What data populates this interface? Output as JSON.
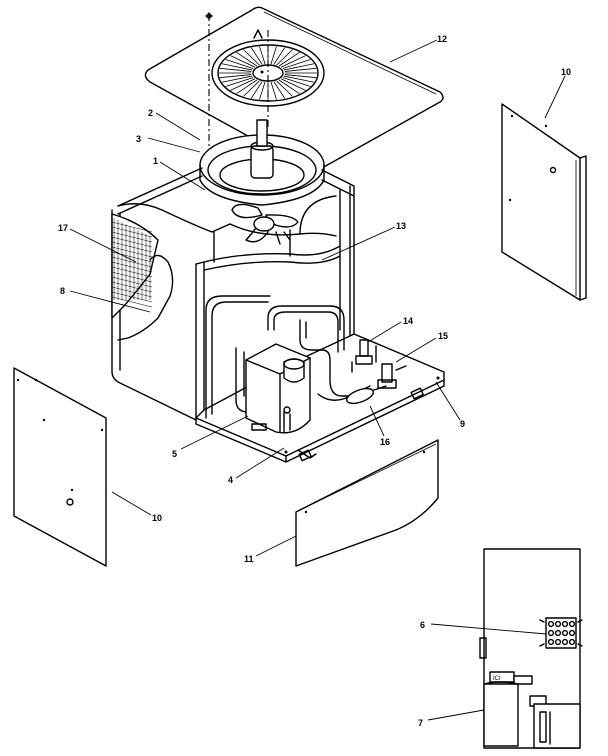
{
  "callouts": [
    {
      "id": "c1",
      "text": "1"
    },
    {
      "id": "c2",
      "text": "2"
    },
    {
      "id": "c3",
      "text": "3"
    },
    {
      "id": "c4",
      "text": "4"
    },
    {
      "id": "c5",
      "text": "5"
    },
    {
      "id": "c6",
      "text": "6"
    },
    {
      "id": "c7",
      "text": "7"
    },
    {
      "id": "c8",
      "text": "8"
    },
    {
      "id": "c9",
      "text": "9"
    },
    {
      "id": "c10a",
      "text": "10"
    },
    {
      "id": "c10b",
      "text": "10"
    },
    {
      "id": "c11",
      "text": "11"
    },
    {
      "id": "c12",
      "text": "12"
    },
    {
      "id": "c13",
      "text": "13"
    },
    {
      "id": "c14",
      "text": "14"
    },
    {
      "id": "c15",
      "text": "15"
    },
    {
      "id": "c16",
      "text": "16"
    },
    {
      "id": "c17",
      "text": "17"
    }
  ],
  "control_box": {
    "label": "ICI"
  }
}
